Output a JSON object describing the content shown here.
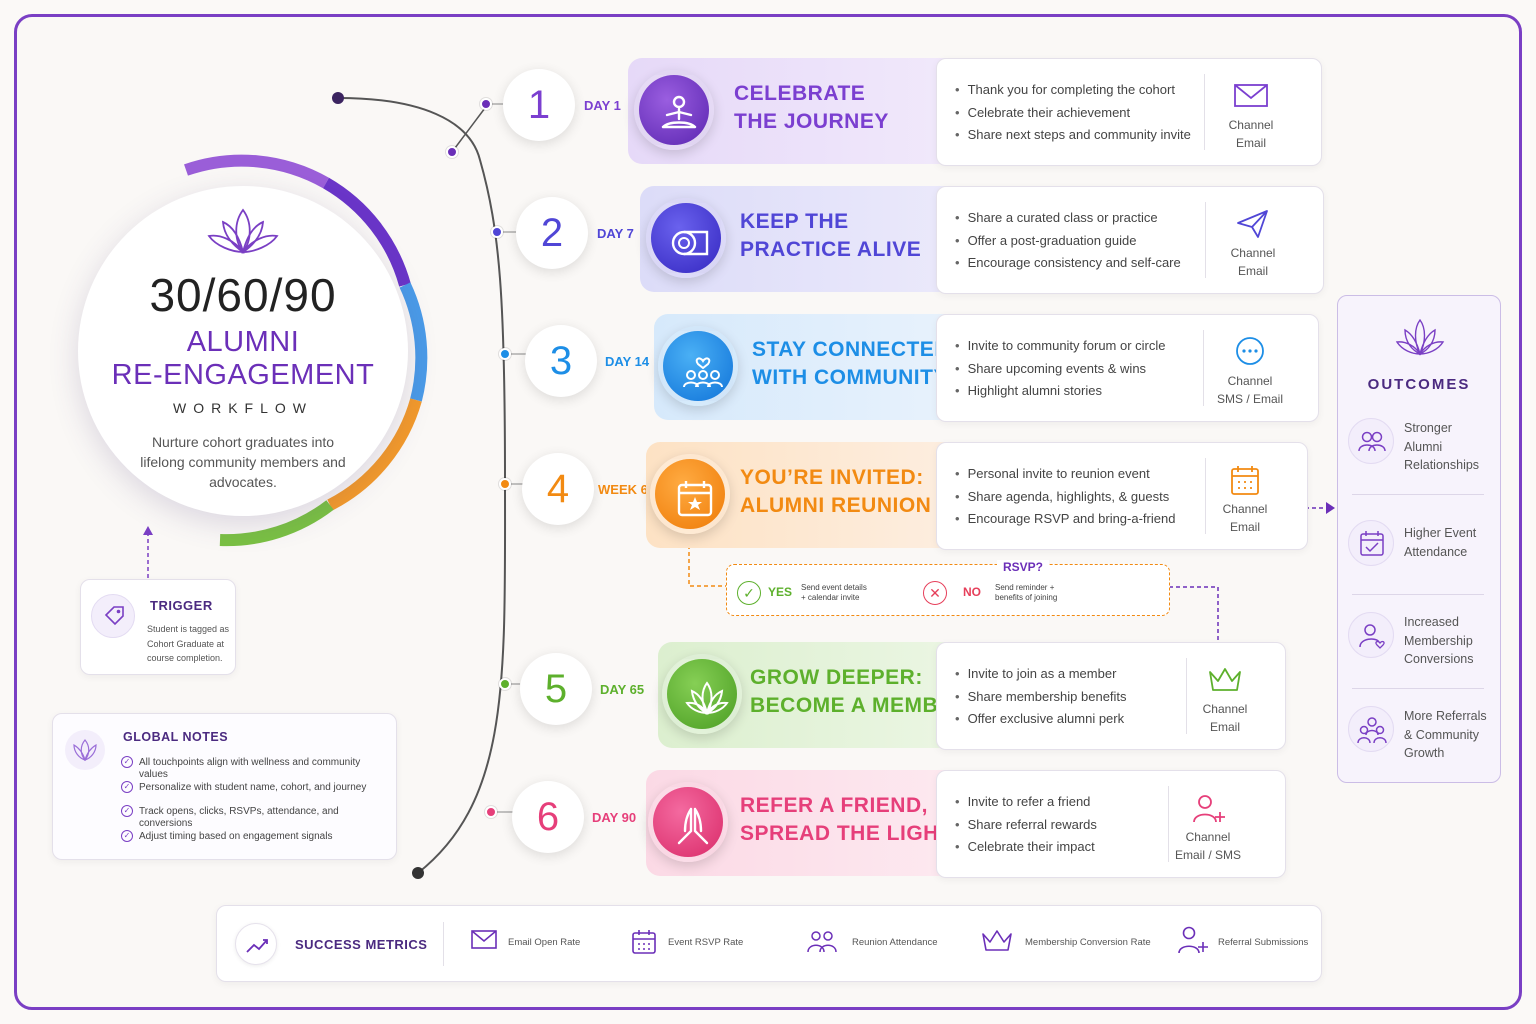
{
  "hero": {
    "numbers": "30/60/90",
    "title_line1": "ALUMNI",
    "title_line2": "RE-ENGAGEMENT",
    "subtitle": "WORKFLOW",
    "description": "Nurture cohort graduates into lifelong community members and advocates."
  },
  "trigger": {
    "label": "TRIGGER",
    "text": "Student is tagged as Cohort Graduate at course completion."
  },
  "global_notes": {
    "title": "GLOBAL NOTES",
    "items": [
      "All touchpoints align with wellness and community values",
      "Personalize with student name, cohort, and journey",
      "Track opens, clicks, RSVPs, attendance, and conversions",
      "Adjust timing based on engagement signals"
    ]
  },
  "steps": [
    {
      "number": "1",
      "day": "DAY 1",
      "title1": "CELEBRATE",
      "title2": "THE JOURNEY",
      "color": "#7b3fd0",
      "bullets": [
        "Thank you for completing the cohort",
        "Celebrate their achievement",
        "Share next steps and community invite"
      ],
      "channel_label": "Channel",
      "channel": "Email",
      "icon": "meditation-icon"
    },
    {
      "number": "2",
      "day": "DAY 7",
      "title1": "KEEP THE",
      "title2": "PRACTICE ALIVE",
      "color": "#5046d6",
      "bullets": [
        "Share a curated class or practice",
        "Offer a post-graduation guide",
        "Encourage consistency and self-care"
      ],
      "channel_label": "Channel",
      "channel": "Email",
      "icon": "yoga-mat-icon"
    },
    {
      "number": "3",
      "day": "DAY 14",
      "title1": "STAY CONNECTED",
      "title2": "WITH COMMUNITY",
      "color": "#1d8ee6",
      "bullets": [
        "Invite to community forum or circle",
        "Share upcoming events & wins",
        "Highlight alumni stories"
      ],
      "channel_label": "Channel",
      "channel": "SMS / Email",
      "icon": "community-icon"
    },
    {
      "number": "4",
      "day": "WEEK 6",
      "title1": "YOU’RE INVITED:",
      "title2": "ALUMNI REUNION",
      "color": "#f28a12",
      "bullets": [
        "Personal invite to reunion event",
        "Share agenda, highlights, & guests",
        "Encourage RSVP and bring-a-friend"
      ],
      "channel_label": "Channel",
      "channel": "Email",
      "icon": "calendar-icon"
    },
    {
      "number": "5",
      "day": "DAY 65",
      "title1": "GROW DEEPER:",
      "title2": "BECOME A MEMBER",
      "color": "#5db02c",
      "bullets": [
        "Invite to join as a member",
        "Share membership benefits",
        "Offer exclusive alumni perk"
      ],
      "channel_label": "Channel",
      "channel": "Email",
      "icon": "lotus-icon"
    },
    {
      "number": "6",
      "day": "DAY 90",
      "title1": "REFER A FRIEND,",
      "title2": "SPREAD THE LIGHT",
      "color": "#e63f7a",
      "bullets": [
        "Invite to refer a friend",
        "Share referral rewards",
        "Celebrate their impact"
      ],
      "channel_label": "Channel",
      "channel": "Email / SMS",
      "icon": "praying-hands-icon"
    }
  ],
  "rsvp": {
    "label": "RSVP?",
    "yes": "YES",
    "yes_text1": "Send event details",
    "yes_text2": "+ calendar invite",
    "no": "NO",
    "no_text1": "Send reminder +",
    "no_text2": "benefits of joining"
  },
  "outcomes": {
    "title": "OUTCOMES",
    "items": [
      {
        "l1": "Stronger",
        "l2": "Alumni",
        "l3": "Relationships"
      },
      {
        "l1": "Higher Event",
        "l2": "Attendance",
        "l3": ""
      },
      {
        "l1": "Increased",
        "l2": "Membership",
        "l3": "Conversions"
      },
      {
        "l1": "More Referrals",
        "l2": "& Community",
        "l3": "Growth"
      }
    ]
  },
  "metrics": {
    "title": "SUCCESS METRICS",
    "items": [
      "Email Open Rate",
      "Event RSVP Rate",
      "Reunion Attendance",
      "Membership Conversion Rate",
      "Referral Submissions"
    ]
  }
}
